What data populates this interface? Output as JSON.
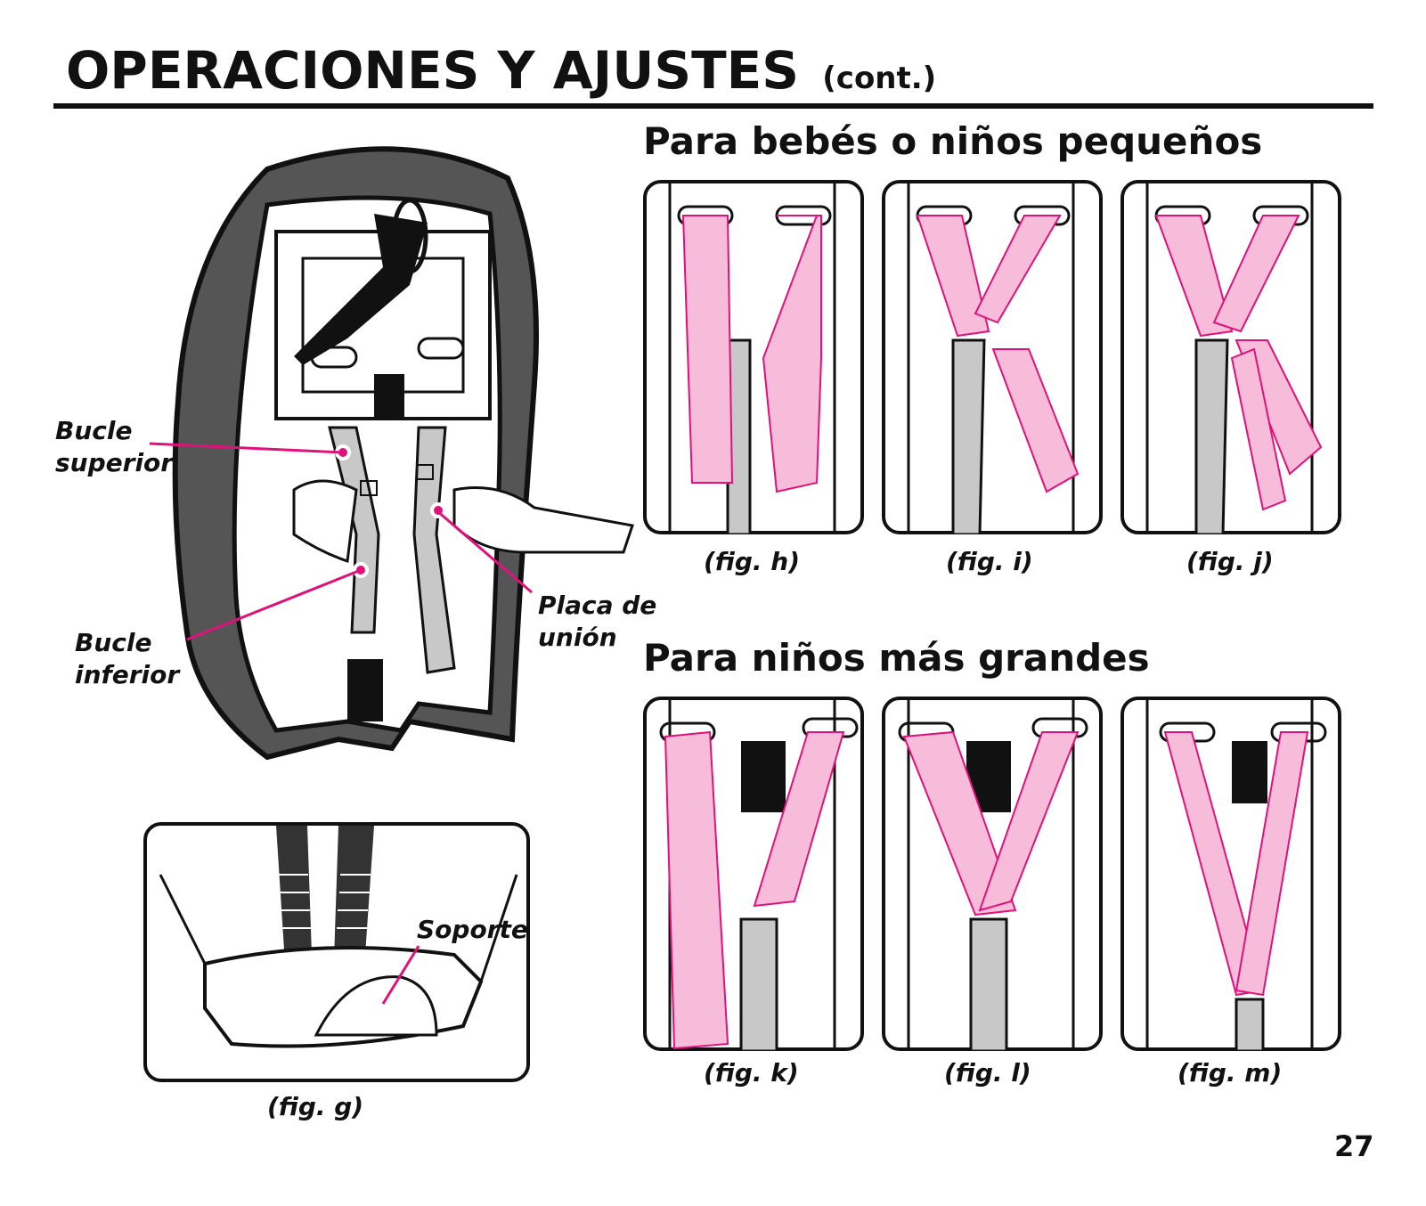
{
  "header": {
    "title": "OPERACIONES Y AJUSTES",
    "title_suffix": "(cont.)"
  },
  "sections": {
    "infants": "Para bebés o niños pequeños",
    "older": "Para niños más grandes"
  },
  "figures": {
    "g": "(fig. g)",
    "h": "(fig. h)",
    "i": "(fig. i)",
    "j": "(fig. j)",
    "k": "(fig. k)",
    "l": "(fig. l)",
    "m": "(fig. m)"
  },
  "callouts": {
    "upper_loop_1": "Bucle",
    "upper_loop_2": "superior",
    "lower_loop_1": "Bucle",
    "lower_loop_2": "inferior",
    "plate_1": "Placa de",
    "plate_2": "unión",
    "support": "Soporte"
  },
  "page_number": "27",
  "colors": {
    "strap_pink": "#f7bcd9",
    "leader_magenta": "#e0117a",
    "strap_gray": "#c8c8c8",
    "ink": "#111111"
  }
}
